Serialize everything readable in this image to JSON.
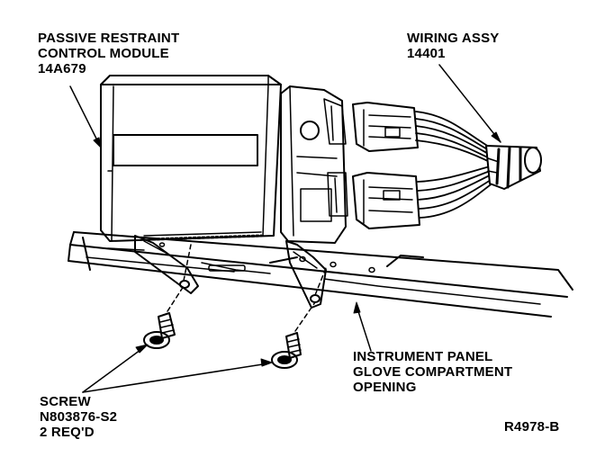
{
  "labels": {
    "module": {
      "line1": "PASSIVE RESTRAINT",
      "line2": "CONTROL MODULE",
      "part": "14A679"
    },
    "wiring": {
      "line1": "WIRING ASSY",
      "part": "14401"
    },
    "panel": {
      "line1": "INSTRUMENT PANEL",
      "line2": "GLOVE COMPARTMENT",
      "line3": "OPENING"
    },
    "screw": {
      "line1": "SCREW",
      "part": "N803876-S2",
      "qty": "2 REQ'D"
    },
    "figure_id": "R4978-B"
  }
}
